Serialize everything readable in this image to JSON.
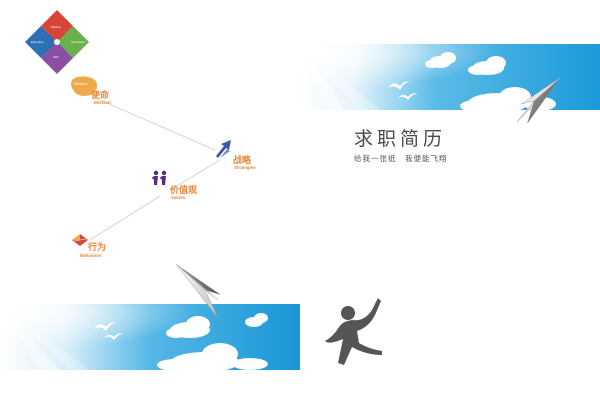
{
  "title": "求职简历",
  "subtitle": "给我一张纸　我便能飞翔",
  "values_diagram": {
    "mission": {
      "cn": "使命",
      "en": "Mission",
      "badge": "Mission"
    },
    "strategy": {
      "cn": "战略",
      "en": "Strategies"
    },
    "values": {
      "cn": "价值观",
      "en": "Values"
    },
    "behaviors": {
      "cn": "行为",
      "en": "Behaviors"
    }
  },
  "logo": {
    "top": "Mission",
    "left": "Expertise",
    "right": "Innovation",
    "bottom": "Self"
  },
  "colors": {
    "sky_top": "#1a9ad8",
    "sky_light": "#cfeaf8",
    "accent_orange": "#e8873a",
    "logo_red": "#d8433a",
    "logo_orange": "#e8873a",
    "logo_green": "#6ab04c",
    "logo_blue": "#2e6fb5",
    "logo_purple": "#8a4fa3",
    "figure_gray": "#555555"
  },
  "icons": [
    "paper-plane-icon",
    "bird-icon",
    "dancing-figure-icon",
    "arrow-icon",
    "people-icon",
    "diamond-logo-icon"
  ]
}
